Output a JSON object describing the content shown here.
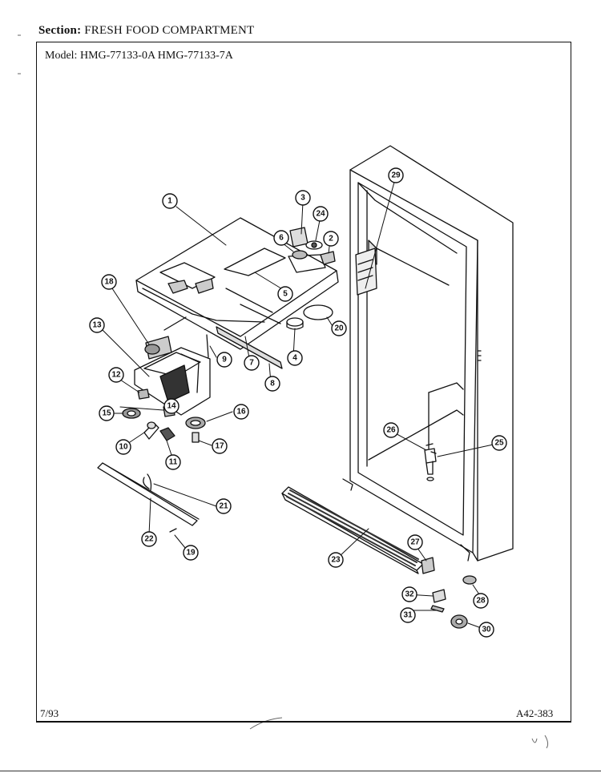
{
  "header": {
    "section_label": "Section:",
    "section_value": "FRESH FOOD COMPARTMENT"
  },
  "model": {
    "label": "Model:",
    "numbers": "HMG-77133-0A  HMG-77133-7A"
  },
  "footer": {
    "date": "7/93",
    "code": "A42-383"
  },
  "callouts": [
    "1",
    "2",
    "3",
    "4",
    "5",
    "6",
    "7",
    "8",
    "9",
    "10",
    "11",
    "12",
    "13",
    "14",
    "15",
    "16",
    "17",
    "18",
    "19",
    "20",
    "21",
    "22",
    "23",
    "24",
    "25",
    "26",
    "27",
    "28",
    "29",
    "30",
    "31",
    "32"
  ]
}
